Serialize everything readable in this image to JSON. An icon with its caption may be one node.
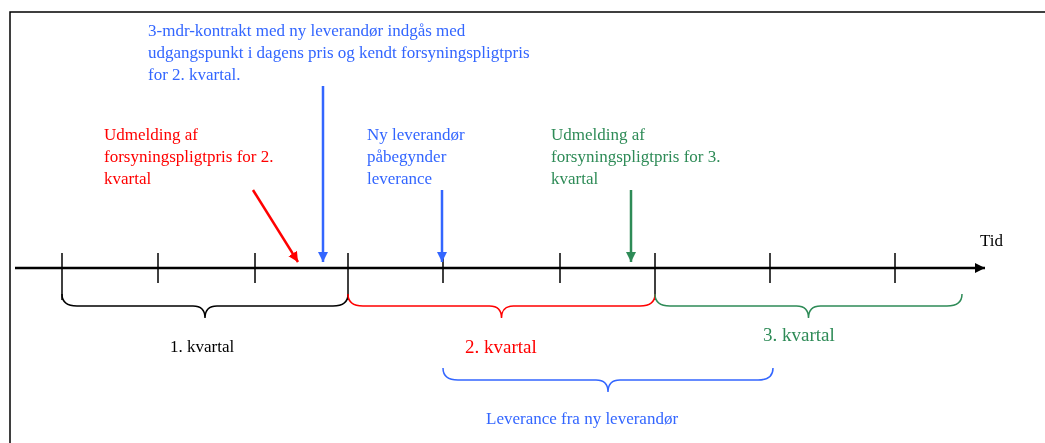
{
  "diagram": {
    "nodes": [
      {
        "text": [
          "3-mdr-kontrakt med ny leverandør indgås med udgangspunkt i dagens pris og kendt forsyningspligtpris for 2. kvartal."
        ]
      },
      {
        "text": [
          "Udmelding af forsyningspligtpris for 2. kvartal"
        ]
      },
      {
        "text": [
          "Ny leverandør påbegynder leverance"
        ]
      },
      {
        "text": [
          "Udmelding af forsyningspligtpris for 3. kvartal"
        ]
      }
    ],
    "edges": [
      {
        "from": 0,
        "to": null,
        "arrow": "to",
        "color": "#3366ff"
      },
      {
        "from": 1,
        "to": null,
        "arrow": "to",
        "color": "#ff0000"
      },
      {
        "from": 2,
        "to": null,
        "arrow": "to",
        "color": "#3366ff"
      },
      {
        "from": 3,
        "to": null,
        "arrow": "to",
        "color": "#2e8b57"
      }
    ],
    "labels": [
      "Tid",
      "1. kvartal",
      "2. kvartal",
      "3. kvartal",
      "Leverance fra ny leverandør"
    ]
  }
}
